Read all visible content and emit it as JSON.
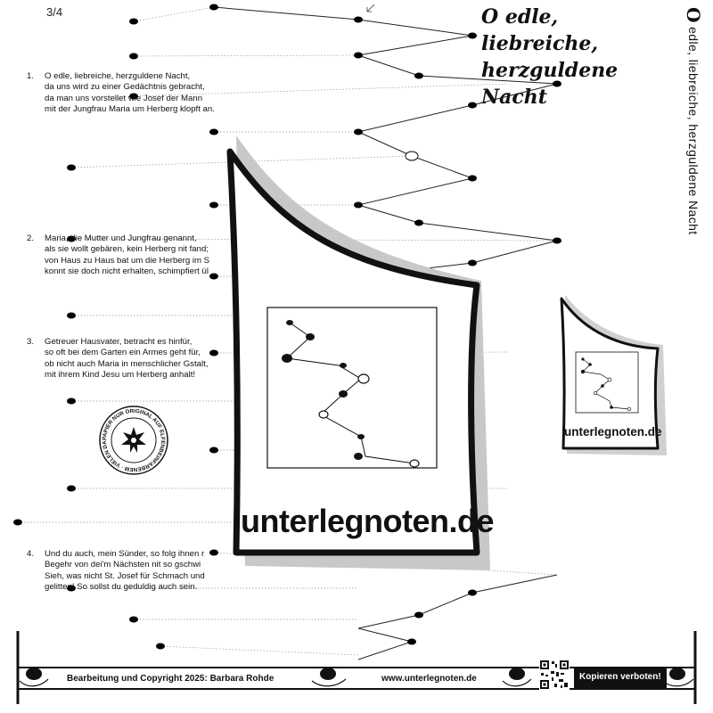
{
  "page": {
    "number": "3/4"
  },
  "title": {
    "main": "O edle, liebreiche,\nherzguldene Nacht",
    "side_initial": "O",
    "side_rest": " edle, liebreiche, herzguldene Nacht"
  },
  "verses": [
    {
      "num": "1.",
      "lines": [
        "O edle, liebreiche, herzguldene Nacht,",
        "da uns wird zu einer Gedächtnis gebracht,",
        "da man uns vorstellet wie Josef der Mann",
        "mit der Jungfrau Maria um Herberg klopft an."
      ]
    },
    {
      "num": "2.",
      "lines": [
        "Maria, die Mutter und Jungfrau genannt,",
        "als sie wollt gebären, kein Herberg nit fand;",
        "von Haus zu Haus bat um die Herberg im S",
        "konnt sie doch nicht erhalten, schimpfiert ül"
      ]
    },
    {
      "num": "3.",
      "lines": [
        "Getreuer Hausvater, betracht es hinfür,",
        "so oft bei dem Garten ein Armes geht für,",
        "ob nicht auch Maria in menschlicher Gstalt,",
        "mit ihrem Kind Jesu um Herberg anhalt!"
      ]
    },
    {
      "num": "4.",
      "lines": [
        "Und du auch, mein Sünder, so folg ihnen r",
        "Begehr von dei'm Nächsten nit so gschwi",
        "Sieh, was nicht St. Josef für Schmach und",
        "gelitten! So sollst du geduldig auch sein."
      ]
    }
  ],
  "stamp": {
    "text": "PAPIER NUR ORIGINAL AUF ELFENBEINFARBENEM · VIELEN DANK FÜR IHRE FAIRNESS ·"
  },
  "logo": {
    "text": "unterlegnoten.de"
  },
  "footer": {
    "copyright": "Bearbeitung und Copyright 2025: Barbara Rohde",
    "website": "www.unterlegnoten.de",
    "notice": "Kopieren verboten!"
  }
}
